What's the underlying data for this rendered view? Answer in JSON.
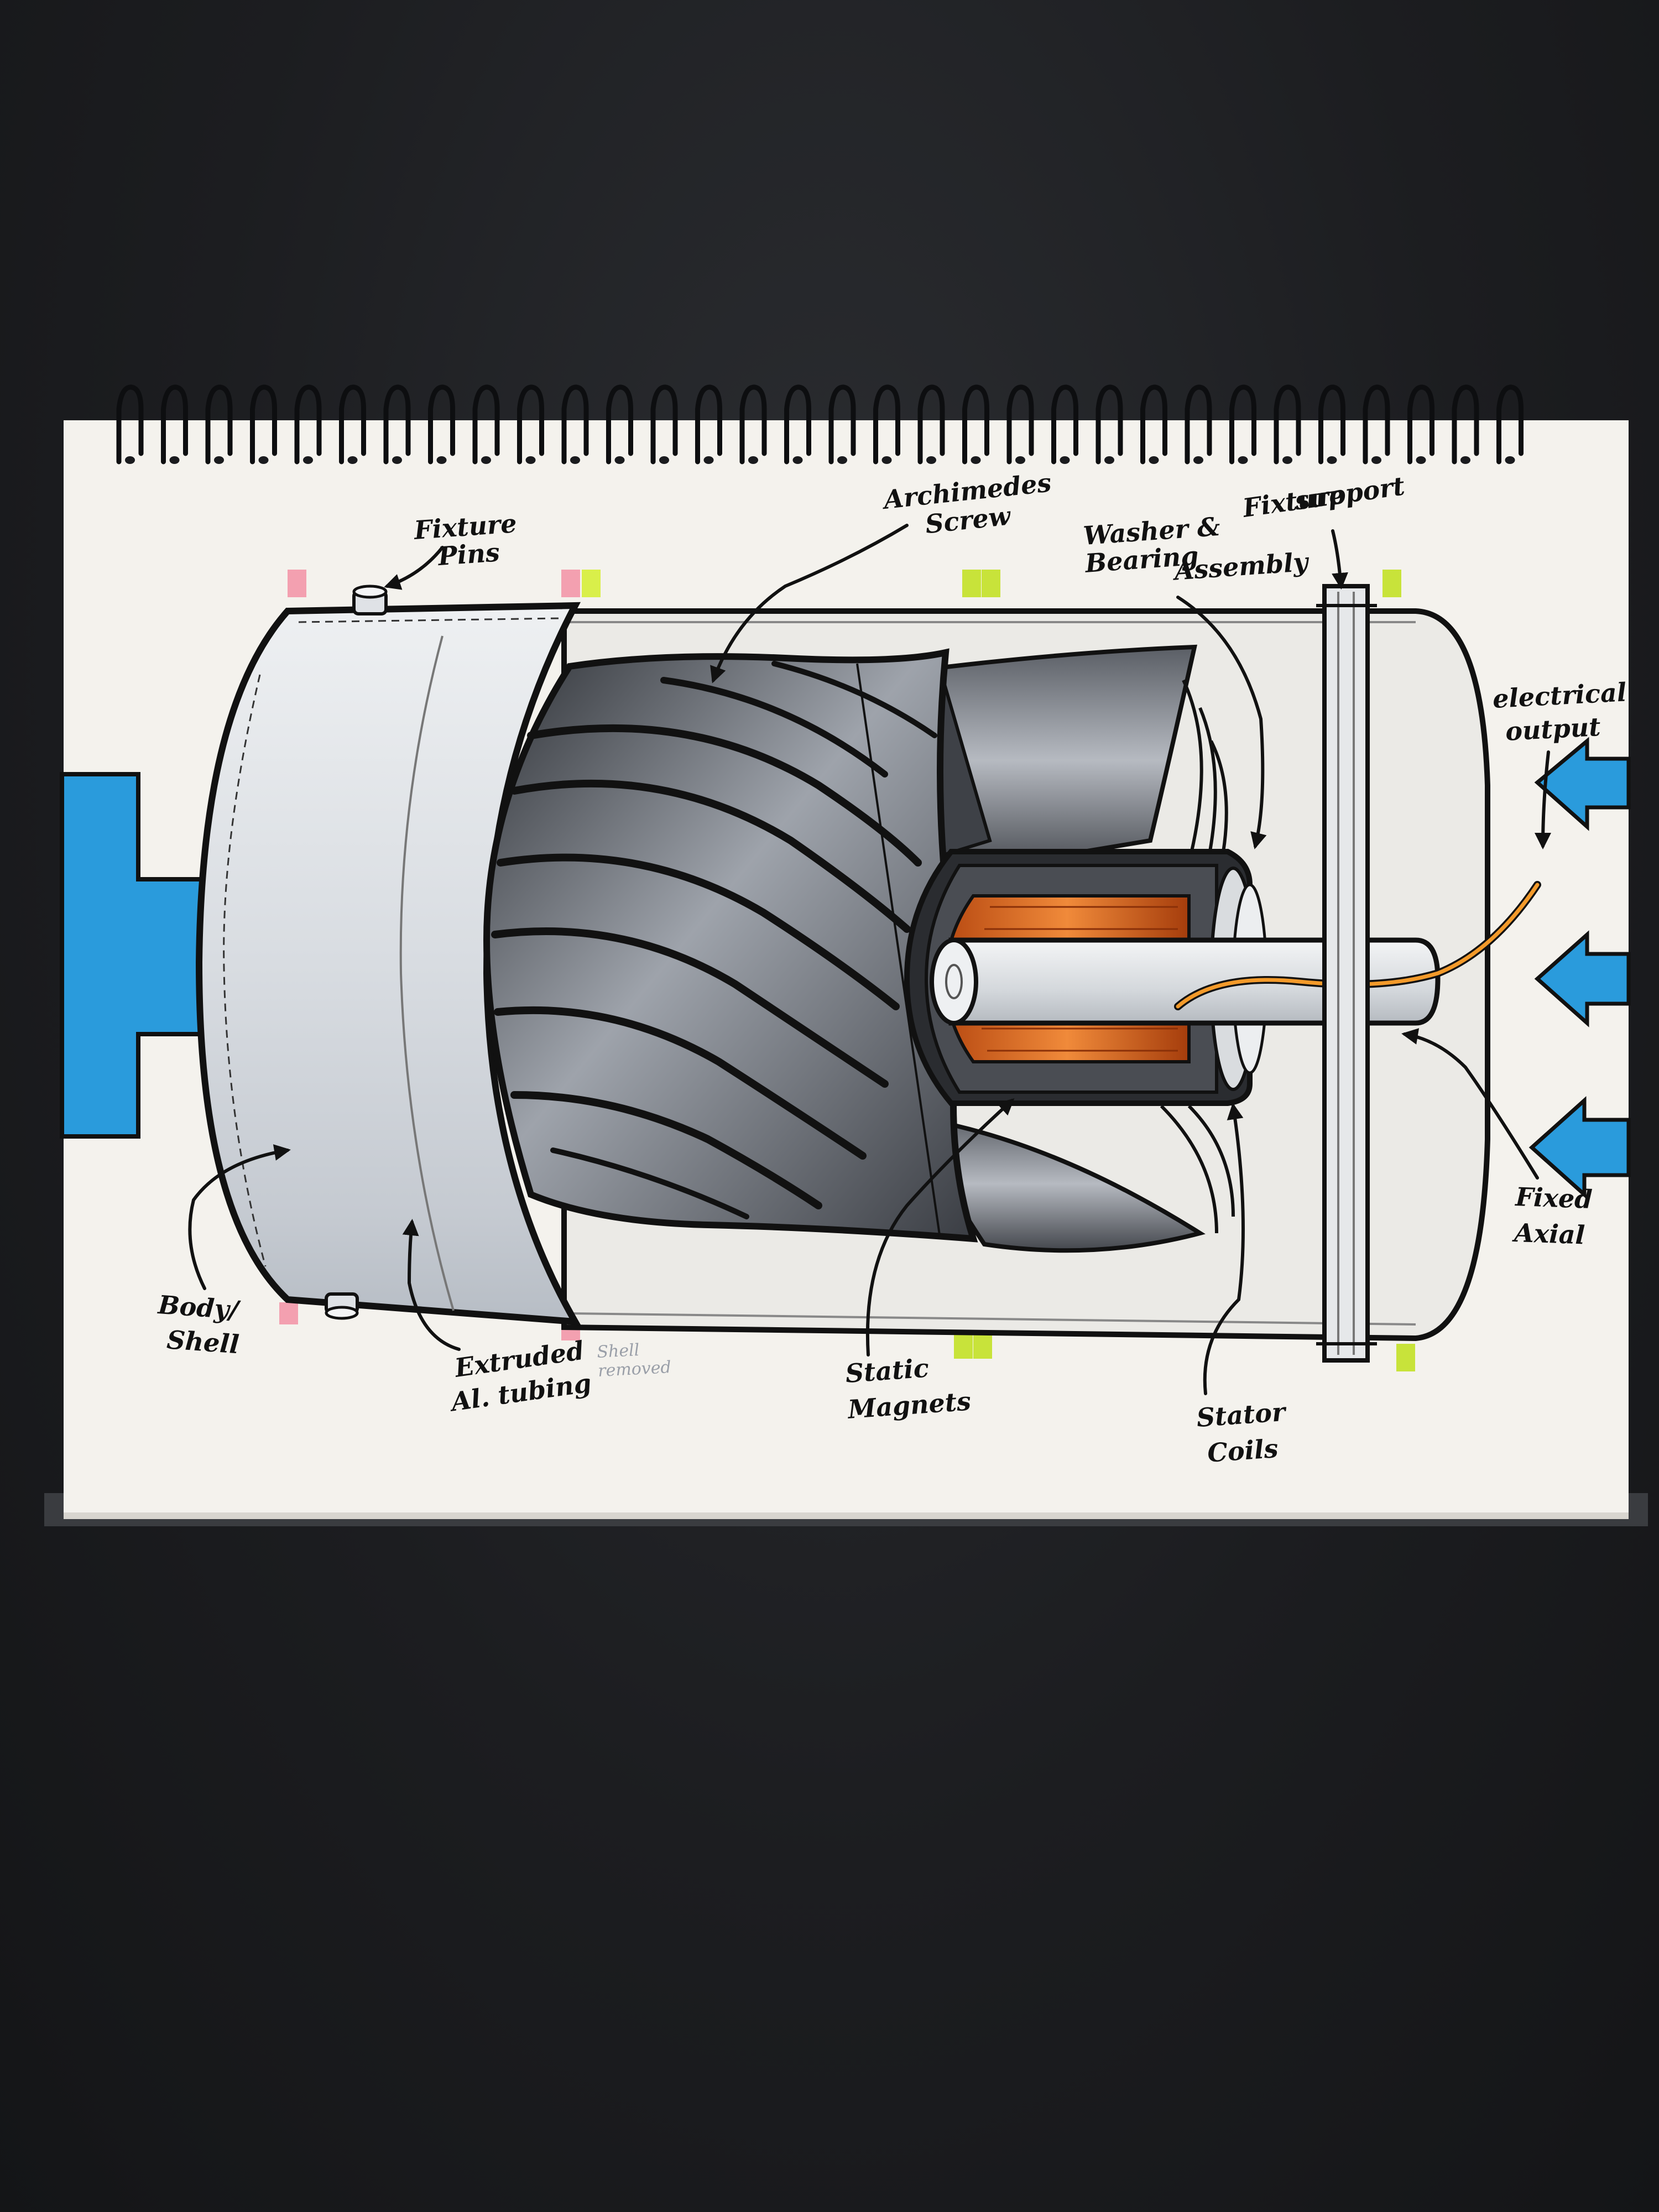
{
  "annotations": {
    "fixture_pins": [
      "Fixture",
      "Pins"
    ],
    "archimedes_screw": [
      "Archimedes",
      "Screw"
    ],
    "washer_bearing": [
      "Washer &",
      "Bearing",
      "Assembly"
    ],
    "fixture_support": [
      "Fixture",
      "support"
    ],
    "electrical_output": [
      "electrical",
      "output"
    ],
    "fixed_axial": [
      "Fixed",
      "Axial"
    ],
    "body_shell": [
      "Body/",
      "Shell"
    ],
    "extruded_tubing": [
      "Extruded",
      "Al. tubing"
    ],
    "shell_note": [
      "Shell",
      "removed"
    ],
    "static_magnets": [
      "Static",
      "Magnets"
    ],
    "stator_coils": [
      "Stator",
      "Coils"
    ]
  },
  "colors": {
    "paper": "#f4f2ed",
    "ink": "#111111",
    "shell_grey": "#dfe2e6",
    "blade_dark": "#3c3f45",
    "blade_light": "#8e939b",
    "copper": "#d9621e",
    "flow_arrow": "#2a9bdc",
    "tab_pink": "#f3a0b0",
    "tab_yellow": "#c8e33a",
    "background": "#1c1d20"
  }
}
